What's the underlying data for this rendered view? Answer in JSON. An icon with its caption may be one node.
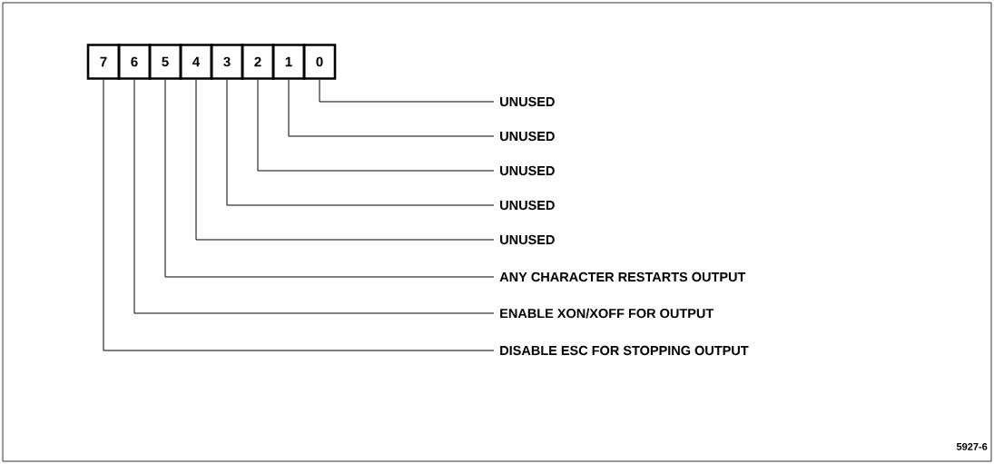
{
  "diagram": {
    "nodes": [
      {
        "text": [
          "7"
        ]
      },
      {
        "text": [
          "6"
        ]
      },
      {
        "text": [
          "5"
        ]
      },
      {
        "text": [
          "4"
        ]
      },
      {
        "text": [
          "3"
        ]
      },
      {
        "text": [
          "2"
        ]
      },
      {
        "text": [
          "1"
        ]
      },
      {
        "text": [
          "0"
        ]
      },
      {
        "text": [
          "UNUSED"
        ]
      },
      {
        "text": [
          "UNUSED"
        ]
      },
      {
        "text": [
          "UNUSED"
        ]
      },
      {
        "text": [
          "UNUSED"
        ]
      },
      {
        "text": [
          "UNUSED"
        ]
      },
      {
        "text": [
          "ANY CHARACTER RESTARTS OUTPUT"
        ]
      },
      {
        "text": [
          "ENABLE XON/XOFF FOR OUTPUT"
        ]
      },
      {
        "text": [
          "DISABLE ESC FOR STOPPING OUTPUT"
        ]
      }
    ],
    "edges": [
      {
        "from": 7,
        "to": 8,
        "arrow": "none"
      },
      {
        "from": 6,
        "to": 9,
        "arrow": "none"
      },
      {
        "from": 5,
        "to": 10,
        "arrow": "none"
      },
      {
        "from": 4,
        "to": 11,
        "arrow": "none"
      },
      {
        "from": 3,
        "to": 12,
        "arrow": "none"
      },
      {
        "from": 2,
        "to": 13,
        "arrow": "none"
      },
      {
        "from": 1,
        "to": 14,
        "arrow": "none"
      },
      {
        "from": 0,
        "to": 15,
        "arrow": "none"
      }
    ],
    "labels": [
      "5927-6"
    ]
  }
}
